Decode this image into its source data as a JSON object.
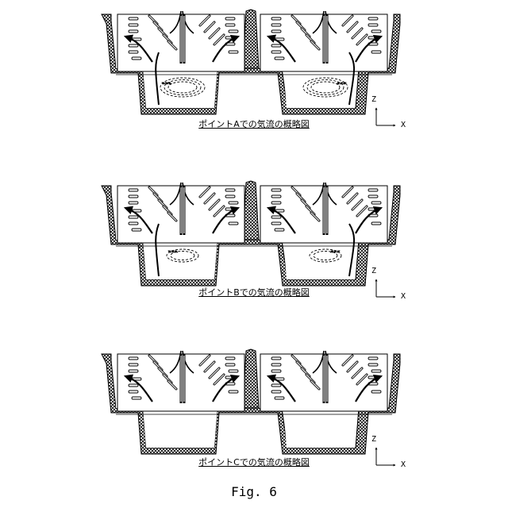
{
  "panels": [
    {
      "id": "A",
      "caption": "ポイントAでの気流の概略図",
      "axis_z": "Z",
      "axis_x": "X",
      "vortex": "strong"
    },
    {
      "id": "B",
      "caption": "ポイントBでの気流の概略図",
      "axis_z": "Z",
      "axis_x": "X",
      "vortex": "weak"
    },
    {
      "id": "C",
      "caption": "ポイントCでの気流の概略図",
      "axis_z": "Z",
      "axis_x": "X",
      "vortex": "none"
    }
  ],
  "figure_label": "Fig. 6"
}
